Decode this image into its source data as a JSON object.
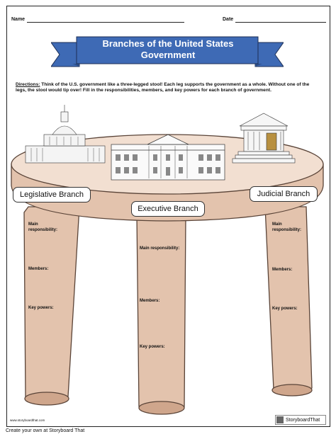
{
  "header": {
    "name_label": "Name",
    "date_label": "Date"
  },
  "banner": {
    "title_line1": "Branches of the United States",
    "title_line2": "Government"
  },
  "directions": {
    "lead": "Directions:",
    "text": " Think of the U.S. government like a three-legged stool! Each leg supports the government as a whole. Without one of the legs, the stool would tip over! Fill in the responsibilities, members, and key powers for each branch of government."
  },
  "branches": {
    "legislative": {
      "title": "Legislative Branch",
      "main_responsibility": "Main responsibility:",
      "members": "Members:",
      "key_powers": "Key powers:"
    },
    "executive": {
      "title": "Executive Branch",
      "main_responsibility": "Main responsibility:",
      "members": "Members:",
      "key_powers": "Key powers:"
    },
    "judicial": {
      "title": "Judicial Branch",
      "main_responsibility": "Main responsibility:",
      "members": "Members:",
      "key_powers": "Key powers:"
    }
  },
  "footer": {
    "url": "www.storyboardthat.com",
    "logo_text": "StoryboardThat",
    "caption": "Create your own at Storyboard That"
  },
  "colors": {
    "stool": "#e3c3ad",
    "stool_dark": "#cfa68c",
    "banner": "#3e6ab5",
    "banner_dark": "#2e4f8a"
  }
}
